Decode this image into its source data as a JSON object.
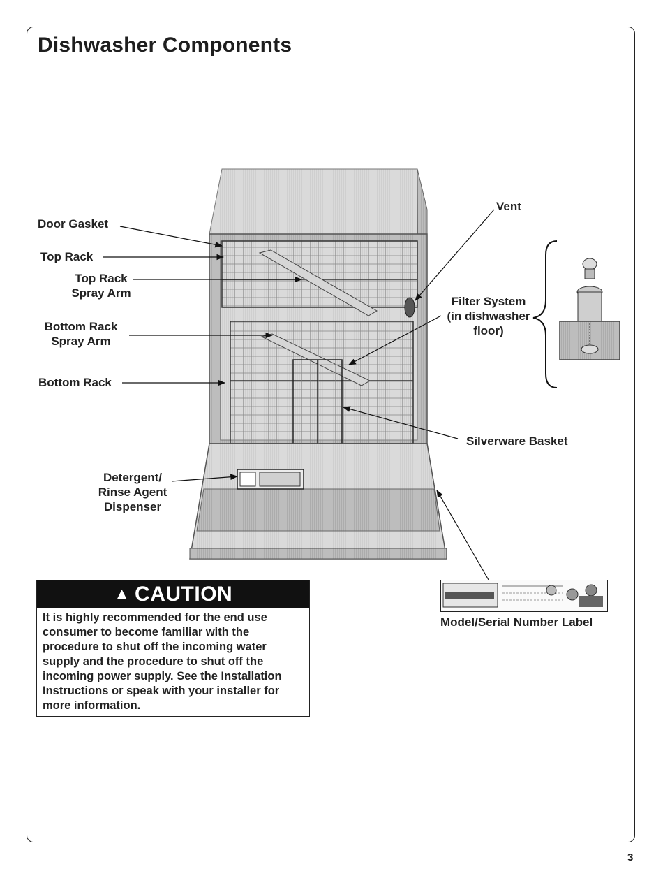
{
  "page": {
    "title": "Dishwasher Components",
    "page_number": "3"
  },
  "labels": {
    "door_gasket": "Door Gasket",
    "top_rack": "Top Rack",
    "top_rack_spray_arm_1": "Top Rack",
    "top_rack_spray_arm_2": "Spray Arm",
    "bottom_rack_spray_arm_1": "Bottom Rack",
    "bottom_rack_spray_arm_2": "Spray Arm",
    "bottom_rack": "Bottom Rack",
    "detergent_1": "Detergent/",
    "detergent_2": "Rinse Agent",
    "detergent_3": "Dispenser",
    "vent": "Vent",
    "filter_1": "Filter System",
    "filter_2": "(in dishwasher",
    "filter_3": "floor)",
    "silverware": "Silverware Basket",
    "model_serial": "Model/Serial Number Label"
  },
  "caution": {
    "heading": "CAUTION",
    "lines": [
      "It is highly recommended for the end use",
      "consumer to become familiar with the",
      "procedure to shut off the incoming water",
      "supply and the procedure to shut off the",
      "incoming power supply. See the Installation",
      "Instructions or speak with your installer for",
      "more information."
    ]
  },
  "icons": {
    "caution": "warning-triangle-icon"
  }
}
